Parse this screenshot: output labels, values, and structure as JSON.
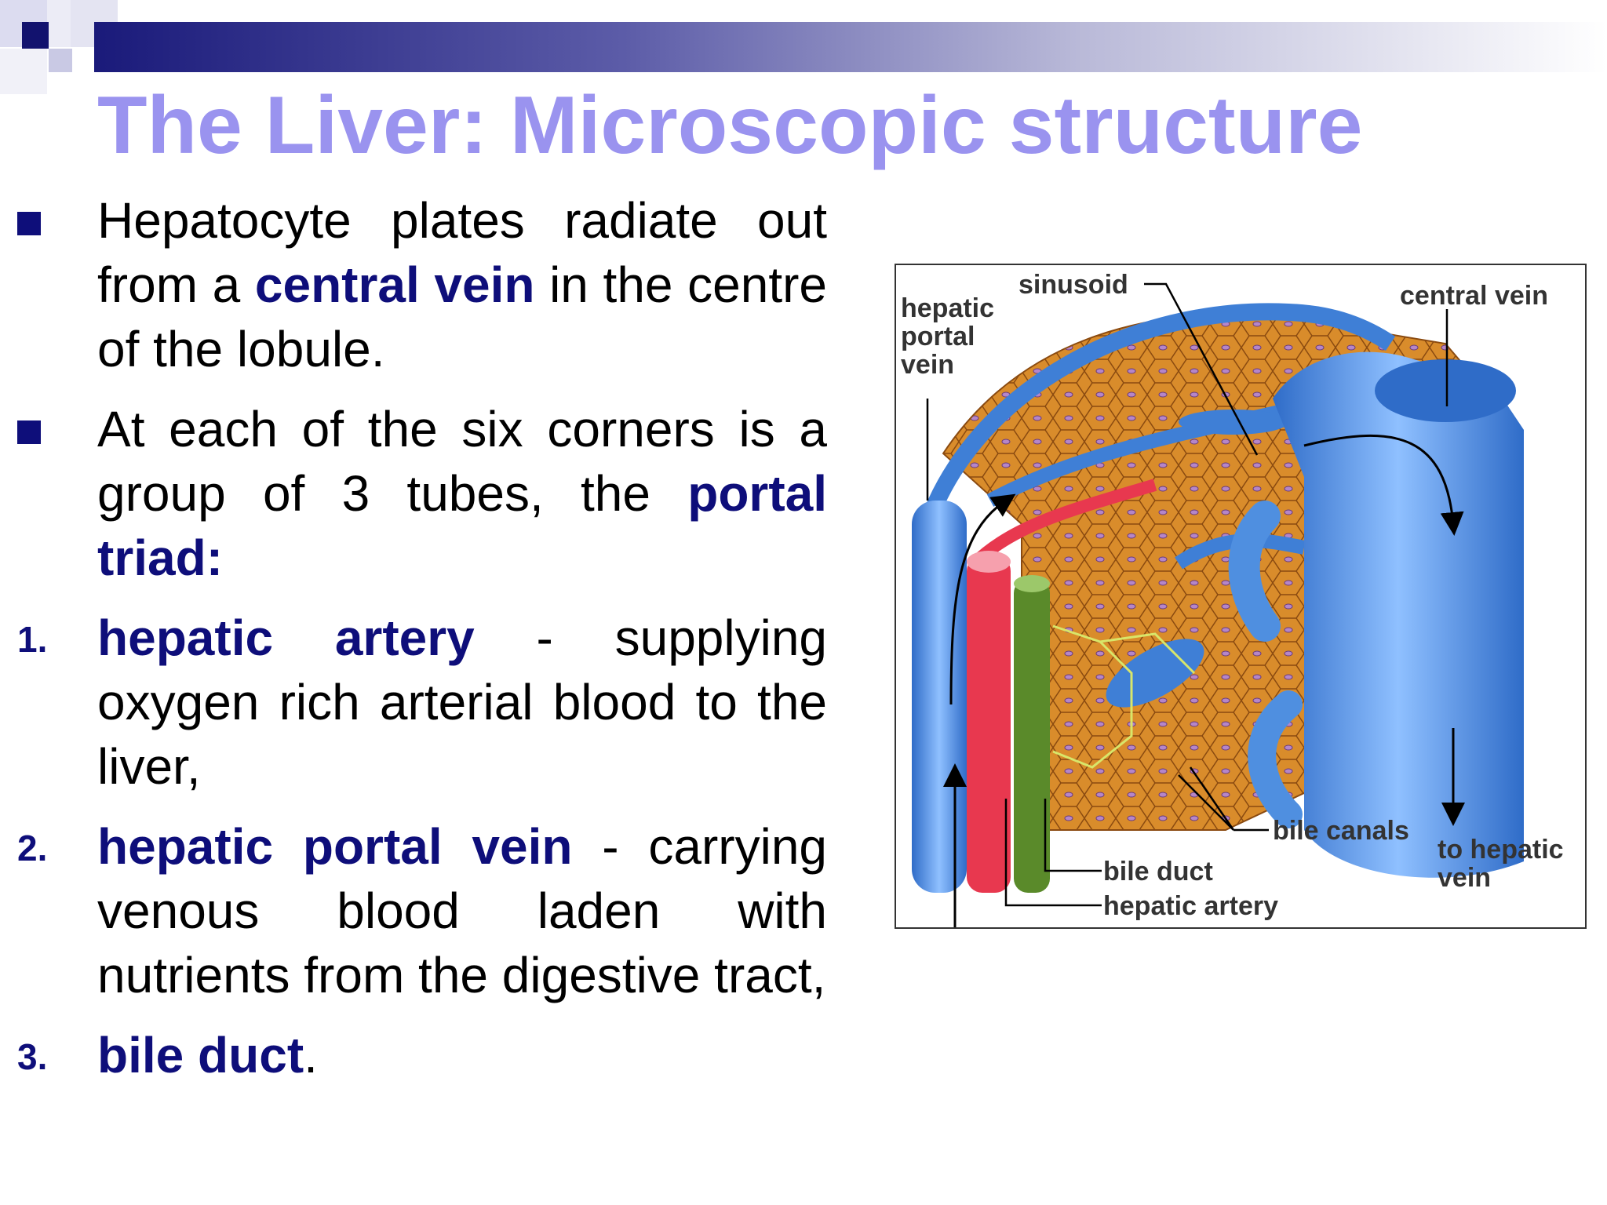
{
  "title": "The Liver: Microscopic structure",
  "items": [
    {
      "marker": "",
      "p1": "Hepatocyte plates radiate out from a ",
      "h1": "central vein",
      "p2": " in the centre of the lobule.",
      "h2": "",
      "p3": ""
    },
    {
      "marker": "",
      "p1": "At each of the six corners is a group of 3 tubes, the ",
      "h1": "portal triad:",
      "p2": "",
      "h2": "",
      "p3": ""
    },
    {
      "marker": "1.",
      "p1": "",
      "h1": "hepatic artery",
      "p2": " - supplying oxygen rich arterial blood to the liver,",
      "h2": "",
      "p3": ""
    },
    {
      "marker": "2.",
      "p1": "",
      "h1": "hepatic portal vein",
      "p2": " - carrying venous blood laden with nutrients from the digestive tract,",
      "h2": "",
      "p3": ""
    },
    {
      "marker": "3.",
      "p1": "",
      "h1": "bile duct",
      "p2": ".",
      "h2": "",
      "p3": ""
    }
  ],
  "figure": {
    "labels": {
      "sinusoid": "sinusoid",
      "central_vein": "central vein",
      "hepatic_portal_vein_1": "hepatic",
      "hepatic_portal_vein_2": "portal",
      "hepatic_portal_vein_3": "vein",
      "bile_canals": "bile canals",
      "to_hepatic_vein_1": "to hepatic",
      "to_hepatic_vein_2": "vein",
      "bile_duct": "bile duct",
      "hepatic_artery": "hepatic artery"
    }
  },
  "colors": {
    "title": "#9a93ef",
    "highlight": "#0e0e7a",
    "tissue": "#d98c2b",
    "vessel_blue": "#4f8fe0",
    "artery_red": "#e8384f",
    "duct_green": "#5a8a2a"
  }
}
